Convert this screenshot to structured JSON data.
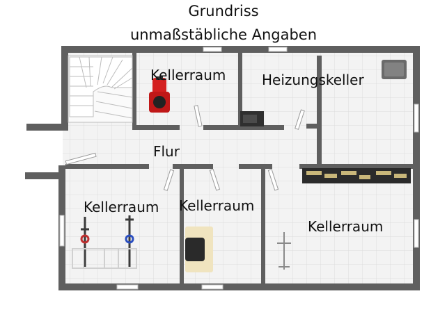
{
  "header": {
    "title": "Grundriss",
    "subtitle": "unmaßstäbliche Angaben"
  },
  "rooms": {
    "kellerraum_top": "Kellerraum",
    "heizungskeller": "Heizungskeller",
    "flur": "Flur",
    "kellerraum_left": "Kellerraum",
    "kellerraum_middle": "Kellerraum",
    "kellerraum_right": "Kellerraum"
  },
  "colors": {
    "wall": "#5f5f5f",
    "floor": "#f2f2f2",
    "grid": "#dcdcdc",
    "lawnmower": "#d42020"
  },
  "icons": [
    "staircase-icon",
    "lawnmower-icon",
    "microwave-icon",
    "boiler-icon",
    "shelf-icon",
    "bicycle-icon",
    "armchair-icon",
    "drying-rack-icon"
  ]
}
